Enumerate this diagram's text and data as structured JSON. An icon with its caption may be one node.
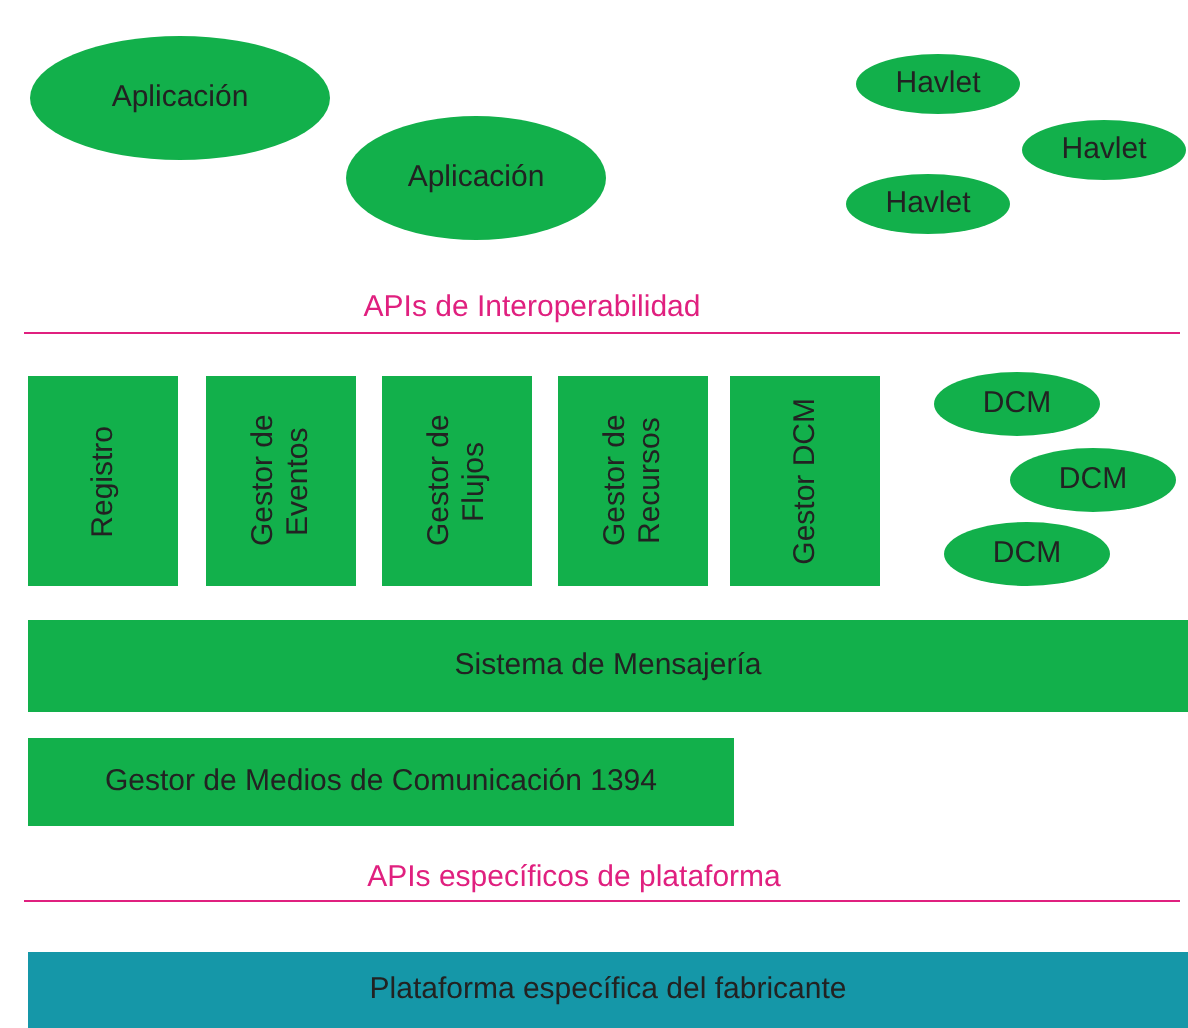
{
  "diagram": {
    "nodes": [
      {
        "text": [
          "Aplicación"
        ]
      },
      {
        "text": [
          "Aplicación"
        ]
      },
      {
        "text": [
          "Havlet"
        ]
      },
      {
        "text": [
          "Havlet"
        ]
      },
      {
        "text": [
          "Havlet"
        ]
      },
      {
        "text": [
          "Registro"
        ]
      },
      {
        "text": [
          "Gestor de Eventos"
        ]
      },
      {
        "text": [
          "Gestor de Flujos"
        ]
      },
      {
        "text": [
          "Gestor de Recursos"
        ]
      },
      {
        "text": [
          "Gestor DCM"
        ]
      },
      {
        "text": [
          "DCM"
        ]
      },
      {
        "text": [
          "DCM"
        ]
      },
      {
        "text": [
          "DCM"
        ]
      },
      {
        "text": [
          "Sistema de Mensajería"
        ]
      },
      {
        "text": [
          "Gestor de Medios de Comunicación 1394"
        ]
      },
      {
        "text": [
          "Plataforma específica del fabricante"
        ]
      }
    ],
    "labels": [
      "APIs de Interoperabilidad",
      "APIs específicos de plataforma"
    ]
  }
}
